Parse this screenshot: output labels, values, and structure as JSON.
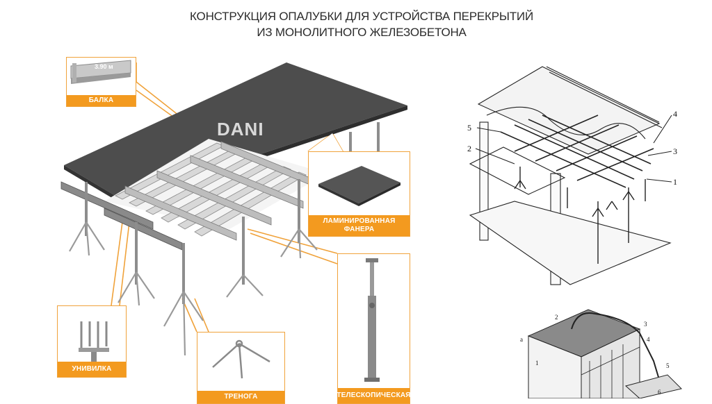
{
  "title": {
    "line1": "КОНСТРУКЦИЯ ОПАЛУБКИ ДЛЯ УСТРОЙСТВА ПЕРЕКРЫТИЙ",
    "line2": "ИЗ МОНОЛИТНОГО ЖЕЛЕЗОБЕТОНА"
  },
  "brand": "DANI",
  "callouts": {
    "beam": {
      "label": "БАЛКА",
      "beam_marking": "3.90 м"
    },
    "plywood": {
      "label": "ЛАМИНИРОВАННАЯ ФАНЕРА"
    },
    "fork": {
      "label": "УНИВИЛКА"
    },
    "tripod": {
      "label": "ТРЕНОГА"
    },
    "prop": {
      "label": "ТЕЛЕСКОПИЧЕСКАЯ"
    }
  },
  "diagram_right": {
    "numbers": [
      "1",
      "2",
      "3",
      "4",
      "5"
    ]
  },
  "diagram_bottom": {
    "numbers": [
      "а",
      "1",
      "2",
      "3",
      "4",
      "5",
      "6"
    ]
  },
  "colors": {
    "accent": "#f39a1f",
    "deck": "#4a4a4a",
    "steel": "#9a9a9a"
  }
}
